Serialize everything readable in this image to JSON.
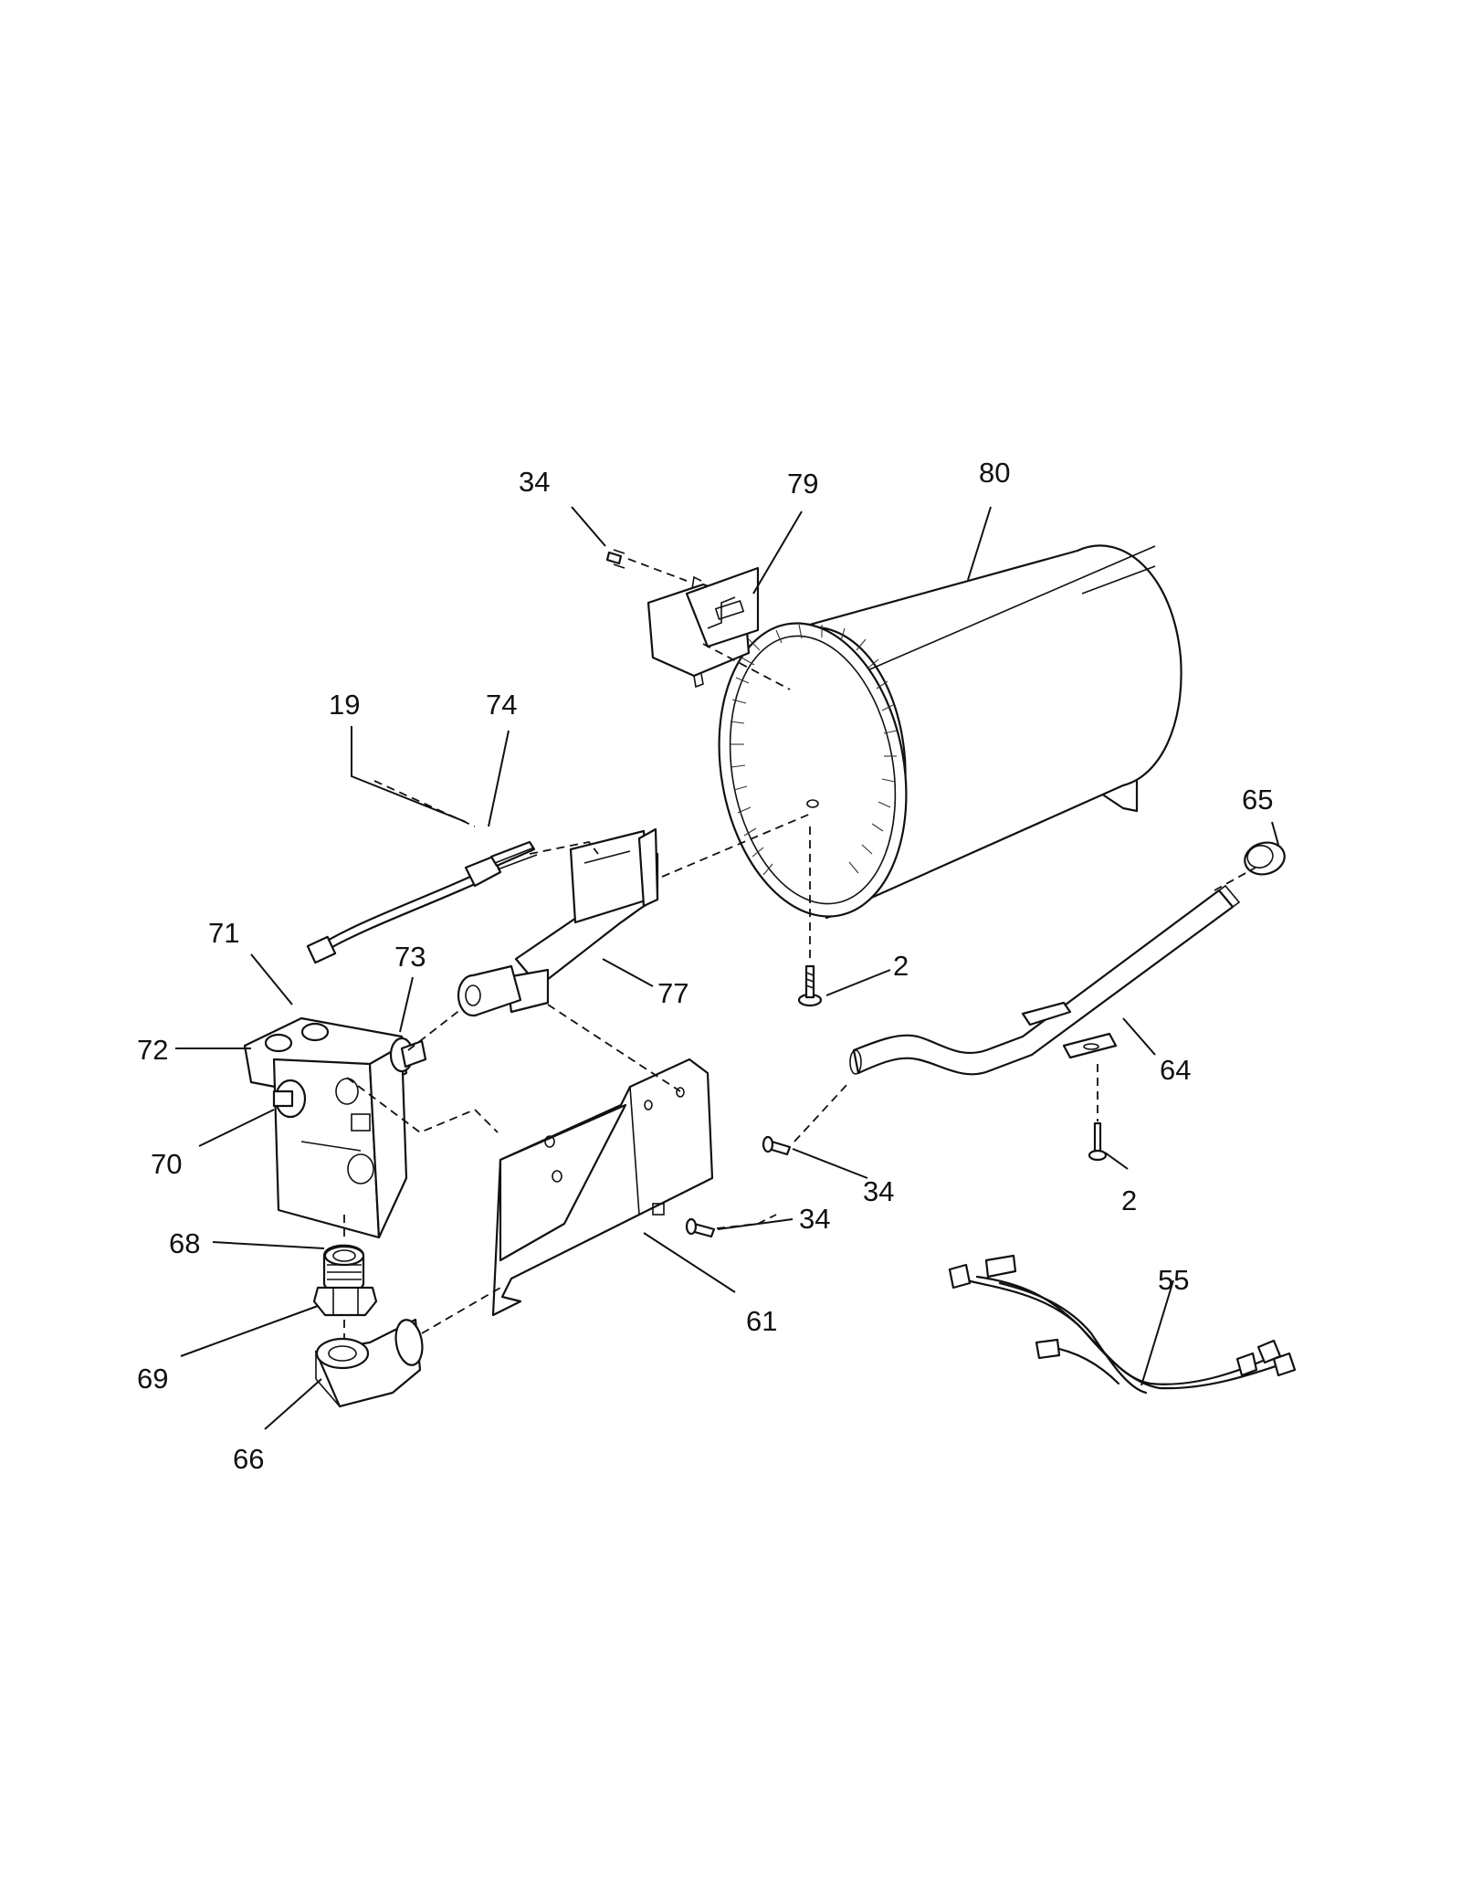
{
  "diagram": {
    "callouts": [
      {
        "id": "c34a",
        "text": "34"
      },
      {
        "id": "c79",
        "text": "79"
      },
      {
        "id": "c80",
        "text": "80"
      },
      {
        "id": "c19",
        "text": "19"
      },
      {
        "id": "c74",
        "text": "74"
      },
      {
        "id": "c65",
        "text": "65"
      },
      {
        "id": "c71",
        "text": "71"
      },
      {
        "id": "c73",
        "text": "73"
      },
      {
        "id": "c77",
        "text": "77"
      },
      {
        "id": "c2a",
        "text": "2"
      },
      {
        "id": "c72",
        "text": "72"
      },
      {
        "id": "c64",
        "text": "64"
      },
      {
        "id": "c70",
        "text": "70"
      },
      {
        "id": "c34b",
        "text": "34"
      },
      {
        "id": "c34c",
        "text": "34"
      },
      {
        "id": "c2b",
        "text": "2"
      },
      {
        "id": "c68",
        "text": "68"
      },
      {
        "id": "c55",
        "text": "55"
      },
      {
        "id": "c61",
        "text": "61"
      },
      {
        "id": "c69",
        "text": "69"
      },
      {
        "id": "c66",
        "text": "66"
      }
    ]
  }
}
